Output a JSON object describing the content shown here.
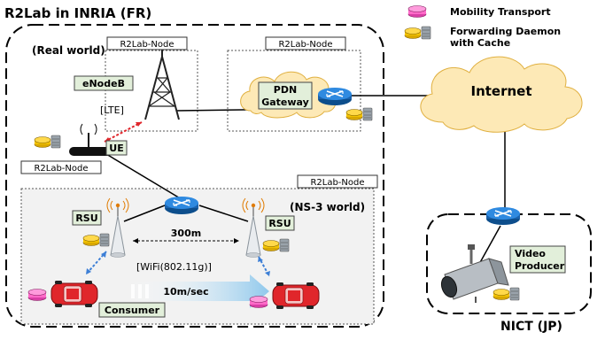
{
  "title": "R2Lab in INRIA (FR)",
  "legend": {
    "mobility": "Mobility Transport",
    "forwarding": "Forwarding Daemon\nwith Cache"
  },
  "labels": {
    "real_world": "(Real world)",
    "ns3_world": "(NS-3 world)",
    "node": "R2Lab-Node",
    "enodeb": "eNodeB",
    "lte": "[LTE]",
    "ue": "UE",
    "pdn": "PDN\nGateway",
    "internet": "Internet",
    "rsu": "RSU",
    "distance": "300m",
    "wifi": "[WiFi(802.11g)]",
    "speed": "10m/sec",
    "consumer": "Consumer",
    "video": "Video\nProducer",
    "nict": "NICT (JP)"
  },
  "colors": {
    "router": "#1f78c8",
    "cloud": "#fde9b6",
    "car": "#e0262b",
    "mobility": "#ff69c8",
    "cache": "#f2c200",
    "label_bg": "#e2efda",
    "wireless": "#3d7fd6",
    "lte": "#e0262b"
  }
}
